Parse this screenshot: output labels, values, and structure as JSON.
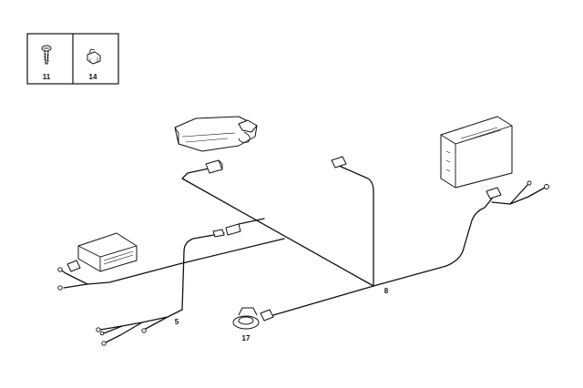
{
  "legend": {
    "items": [
      {
        "number": "11",
        "icon": "screw-icon"
      },
      {
        "number": "14",
        "icon": "clip-icon"
      }
    ]
  },
  "callouts": {
    "harness_branch": "5",
    "main_harness": "8",
    "speaker": "17"
  }
}
